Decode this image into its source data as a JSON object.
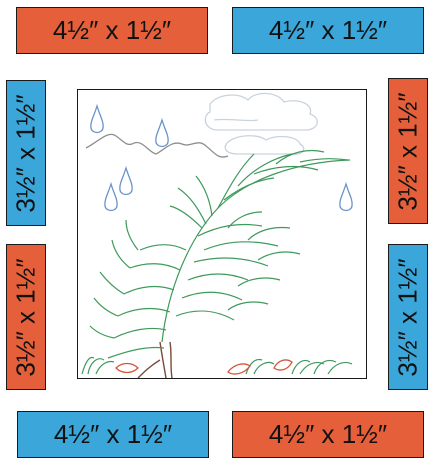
{
  "colors": {
    "orange": "#E5603A",
    "blue": "#3AA6DA",
    "tree_green": "#3E9A5C",
    "trunk_brown": "#7A4A3A",
    "raindrop_blue": "#6A93C9",
    "mountain_gray": "#8E8E8E",
    "cloud_gray": "#C9D3DE",
    "leaf_red": "#D4573C"
  },
  "strips": {
    "top_left": "4½″ x 1½″",
    "top_right": "4½″ x 1½″",
    "left_top": "3½″ x 1½″",
    "left_bottom": "3½″ x 1½″",
    "right_top": "3½″ x 1½″",
    "right_bottom": "3½″ x 1½″",
    "bottom_left": "4½″ x 1½″",
    "bottom_right": "4½″ x 1½″"
  }
}
